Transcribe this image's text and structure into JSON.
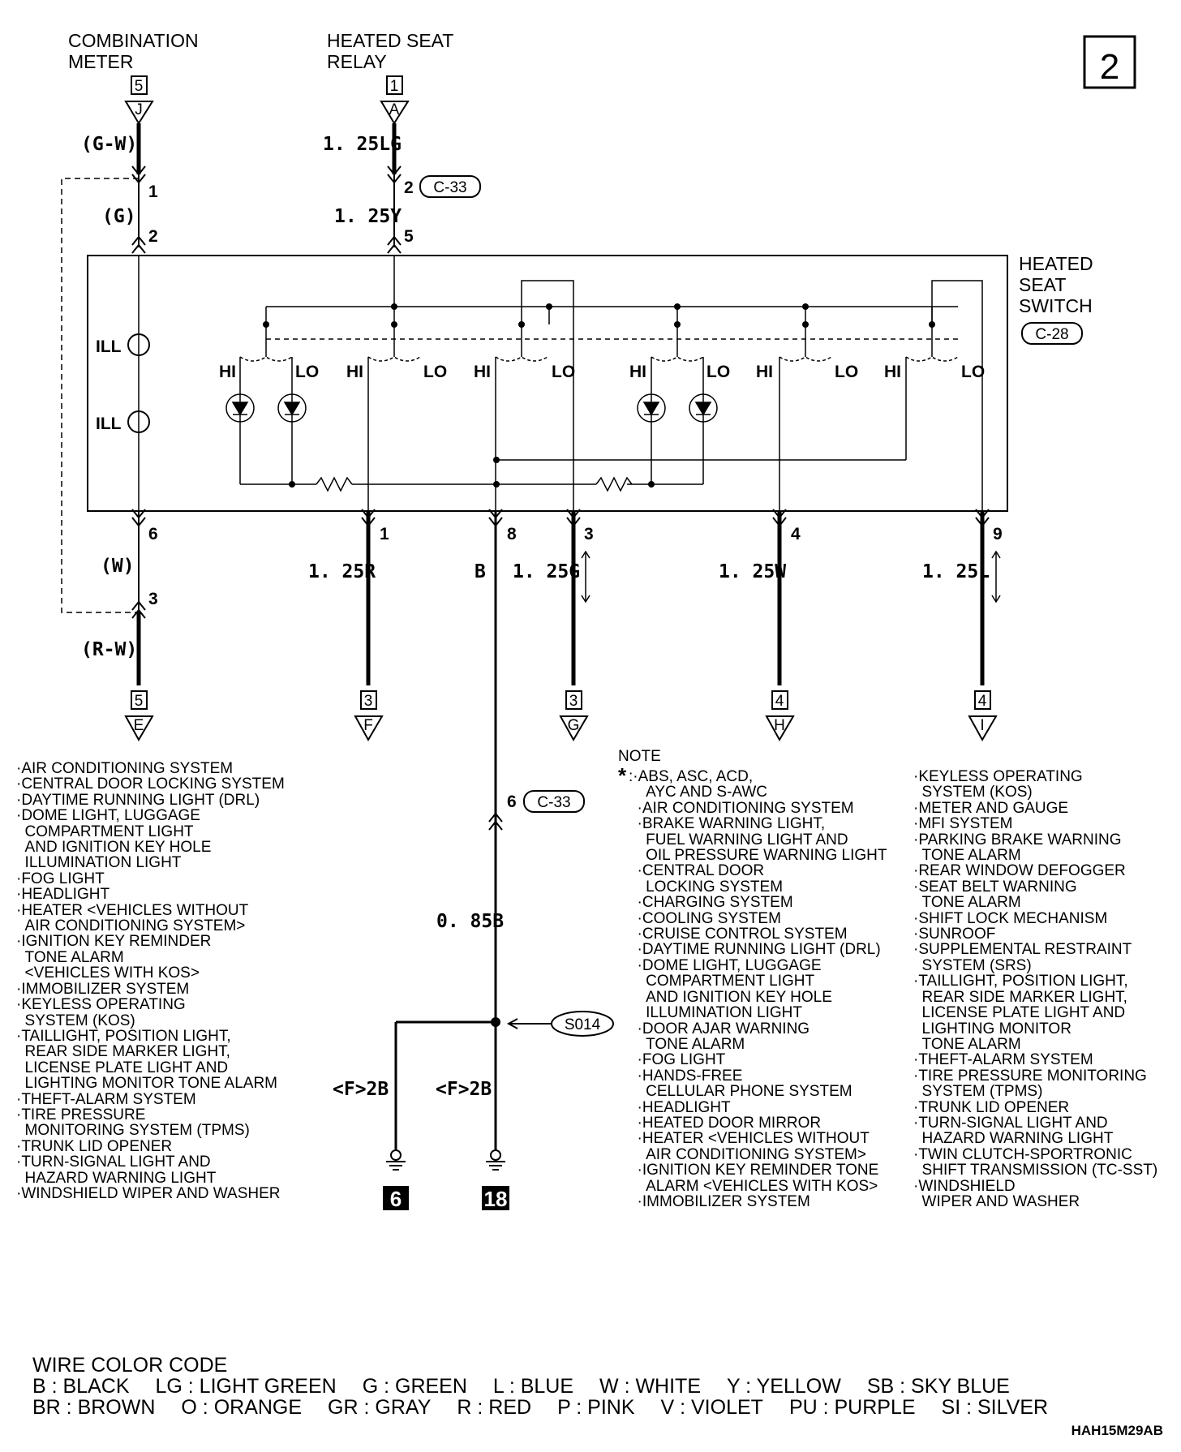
{
  "header": {
    "combination_meter": [
      "COMBINATION",
      "METER"
    ],
    "heated_seat_relay": [
      "HEATED SEAT",
      "RELAY"
    ],
    "page_number": "2",
    "heated_seat_switch": [
      "HEATED",
      "SEAT",
      "SWITCH"
    ]
  },
  "connectors": {
    "c33_top": "C-33",
    "c28": "C-28",
    "c33_mid": "C-33",
    "s014": "S014"
  },
  "top_refs": {
    "meter_page": "5",
    "meter_letter": "J",
    "relay_page": "1",
    "relay_letter": "A"
  },
  "wires": {
    "gw": "(G-W)",
    "g": "(G)",
    "lg": "1. 25LG",
    "y": "1. 25Y",
    "w": "(W)",
    "rw": "(R-W)",
    "r": "1. 25R",
    "b": "B",
    "g125": "1. 25G",
    "w125": "1. 25W",
    "l125": "1. 25L",
    "b085": "0. 85B",
    "f2b_left": "<F>2B",
    "f2b_right": "<F>2B"
  },
  "pins": {
    "p1": "1",
    "p2": "2",
    "p2b": "2",
    "p5": "5",
    "p6": "6",
    "p3": "3",
    "p1b": "1",
    "p8": "8",
    "p3b": "3",
    "p4": "4",
    "p9": "9",
    "p6b": "6"
  },
  "switch_labels": {
    "ill1": "ILL",
    "ill2": "ILL",
    "hi": "HI",
    "lo": "LO"
  },
  "bottom_refs": [
    {
      "page": "5",
      "letter": "E"
    },
    {
      "page": "3",
      "letter": "F"
    },
    {
      "page": "3",
      "letter": "G"
    },
    {
      "page": "4",
      "letter": "H"
    },
    {
      "page": "4",
      "letter": "I"
    }
  ],
  "grounds": [
    "6",
    "18"
  ],
  "left_list": [
    "·AIR CONDITIONING SYSTEM",
    "·CENTRAL DOOR LOCKING SYSTEM",
    "·DAYTIME RUNNING LIGHT (DRL)",
    "·DOME LIGHT, LUGGAGE",
    "  COMPARTMENT LIGHT",
    "  AND IGNITION KEY HOLE",
    "  ILLUMINATION LIGHT",
    "·FOG LIGHT",
    "·HEADLIGHT",
    "·HEATER <VEHICLES WITHOUT",
    "  AIR CONDITIONING SYSTEM>",
    "·IGNITION KEY REMINDER",
    "  TONE ALARM",
    "  <VEHICLES WITH KOS>",
    "·IMMOBILIZER SYSTEM",
    "·KEYLESS OPERATING",
    "  SYSTEM (KOS)",
    "·TAILLIGHT, POSITION LIGHT,",
    "  REAR SIDE MARKER LIGHT,",
    "  LICENSE PLATE LIGHT AND",
    "  LIGHTING MONITOR TONE ALARM",
    "·THEFT-ALARM SYSTEM",
    "·TIRE PRESSURE",
    "  MONITORING SYSTEM (TPMS)",
    "·TRUNK LID OPENER",
    "·TURN-SIGNAL LIGHT AND",
    "  HAZARD WARNING LIGHT",
    "·WINDSHIELD WIPER AND WASHER"
  ],
  "note": {
    "title": "NOTE",
    "star": "*",
    "middle_list": [
      ":·ABS, ASC, ACD,",
      "    AYC AND S-AWC",
      "  ·AIR CONDITIONING SYSTEM",
      "  ·BRAKE WARNING LIGHT,",
      "    FUEL WARNING LIGHT AND",
      "    OIL PRESSURE WARNING LIGHT",
      "  ·CENTRAL DOOR",
      "    LOCKING SYSTEM",
      "  ·CHARGING SYSTEM",
      "  ·COOLING SYSTEM",
      "  ·CRUISE CONTROL SYSTEM",
      "  ·DAYTIME RUNNING LIGHT (DRL)",
      "  ·DOME LIGHT, LUGGAGE",
      "    COMPARTMENT LIGHT",
      "    AND IGNITION KEY HOLE",
      "    ILLUMINATION LIGHT",
      "  ·DOOR AJAR WARNING",
      "    TONE ALARM",
      "  ·FOG LIGHT",
      "  ·HANDS-FREE",
      "    CELLULAR PHONE SYSTEM",
      "  ·HEADLIGHT",
      "  ·HEATED DOOR MIRROR",
      "  ·HEATER <VEHICLES WITHOUT",
      "    AIR CONDITIONING SYSTEM>",
      "  ·IGNITION KEY REMINDER TONE",
      "    ALARM <VEHICLES WITH KOS>",
      "  ·IMMOBILIZER SYSTEM"
    ],
    "right_list": [
      "·KEYLESS OPERATING",
      "  SYSTEM (KOS)",
      "·METER AND GAUGE",
      "·MFI SYSTEM",
      "·PARKING BRAKE WARNING",
      "  TONE ALARM",
      "·REAR WINDOW DEFOGGER",
      "·SEAT BELT WARNING",
      "  TONE ALARM",
      "·SHIFT LOCK MECHANISM",
      "·SUNROOF",
      "·SUPPLEMENTAL RESTRAINT",
      "  SYSTEM (SRS)",
      "·TAILLIGHT, POSITION LIGHT,",
      "  REAR SIDE MARKER LIGHT,",
      "  LICENSE PLATE LIGHT AND",
      "  LIGHTING MONITOR",
      "  TONE ALARM",
      "·THEFT-ALARM SYSTEM",
      "·TIRE PRESSURE MONITORING",
      "  SYSTEM (TPMS)",
      "·TRUNK LID OPENER",
      "·TURN-SIGNAL LIGHT AND",
      "  HAZARD WARNING LIGHT",
      "·TWIN CLUTCH-SPORTRONIC",
      "  SHIFT TRANSMISSION (TC-SST)",
      "·WINDSHIELD",
      "  WIPER AND WASHER"
    ]
  },
  "legend": {
    "title": "WIRE COLOR CODE",
    "row1": [
      "B : BLACK",
      "LG : LIGHT GREEN",
      "G : GREEN",
      "L : BLUE",
      "W : WHITE",
      "Y : YELLOW",
      "SB : SKY BLUE"
    ],
    "row2": [
      "BR : BROWN",
      "O : ORANGE",
      "GR : GRAY",
      "R : RED",
      "P : PINK",
      "V : VIOLET",
      "PU : PURPLE",
      "SI : SILVER"
    ]
  },
  "doc_id": "HAH15M29AB"
}
